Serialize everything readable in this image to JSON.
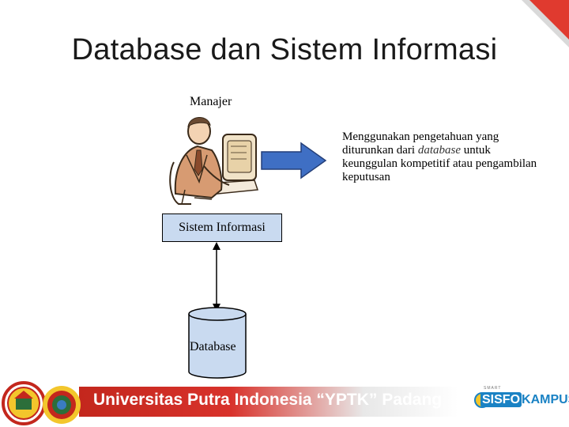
{
  "slide": {
    "title": "Database dan Sistem Informasi"
  },
  "diagram": {
    "manager_label": "Manajer",
    "description_before": "Menggunakan pengetahuan yang diturunkan dari ",
    "description_db_word": "database",
    "description_after": " untuk keunggulan kompetitif atau pengambilan keputusan",
    "information_system_label": "Sistem Informasi",
    "database_label": "Database"
  },
  "footer": {
    "university_name": "Universitas Putra Indonesia “YPTK” Padang",
    "brand_small": "SMART",
    "brand_part1": "SISFO",
    "brand_part2": "KAMPUS"
  },
  "colors": {
    "box_fill": "#c9daf0",
    "arrow_fill": "#3f6fc4",
    "footer_red": "#c3271d",
    "brand_blue": "#1a82c4"
  }
}
